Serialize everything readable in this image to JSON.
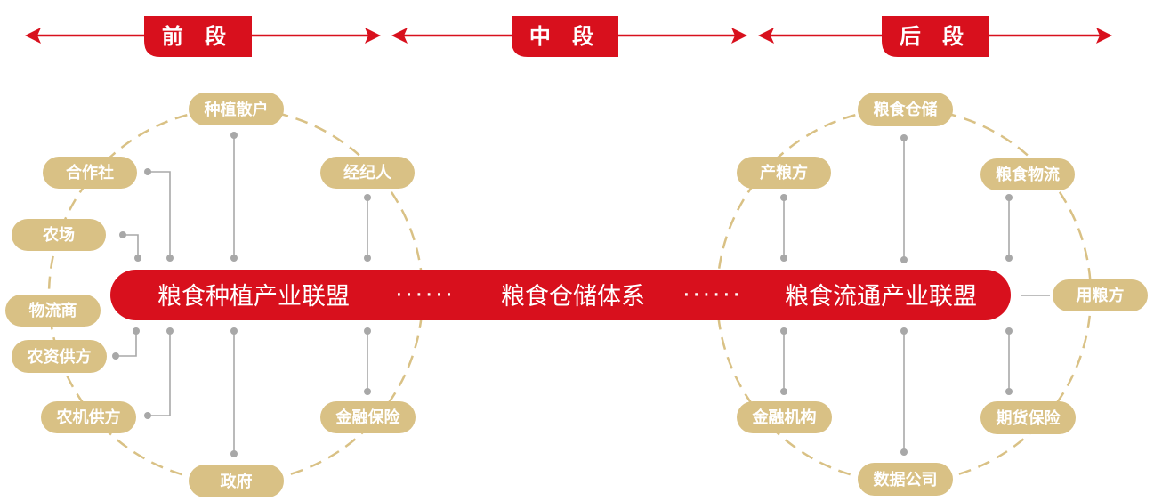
{
  "colors": {
    "accent_red": "#d8101d",
    "node_gold": "#d9c185",
    "ring_gold": "#d9c185",
    "connector_gray": "#a8a8a8",
    "text_white": "#ffffff"
  },
  "segments": {
    "front": "前 段",
    "middle": "中 段",
    "back": "后 段"
  },
  "main_bar": {
    "left_label": "粮食种植产业联盟",
    "separator_1": "······",
    "center_label": "粮食仓储体系",
    "separator_2": "······",
    "right_label": "粮食流通产业联盟"
  },
  "left_cluster": {
    "planting_households": "种植散户",
    "cooperative": "合作社",
    "broker": "经纪人",
    "farm": "农场",
    "logistics_vendor": "物流商",
    "agri_supplies_supplier": "农资供方",
    "agri_machinery_supplier": "农机供方",
    "finance_insurance": "金融保险",
    "government": "政府"
  },
  "right_cluster": {
    "grain_storage": "粮食仓储",
    "grain_producer": "产粮方",
    "grain_logistics": "粮食物流",
    "grain_user": "用粮方",
    "financial_institution": "金融机构",
    "futures_insurance": "期货保险",
    "data_company": "数据公司"
  }
}
